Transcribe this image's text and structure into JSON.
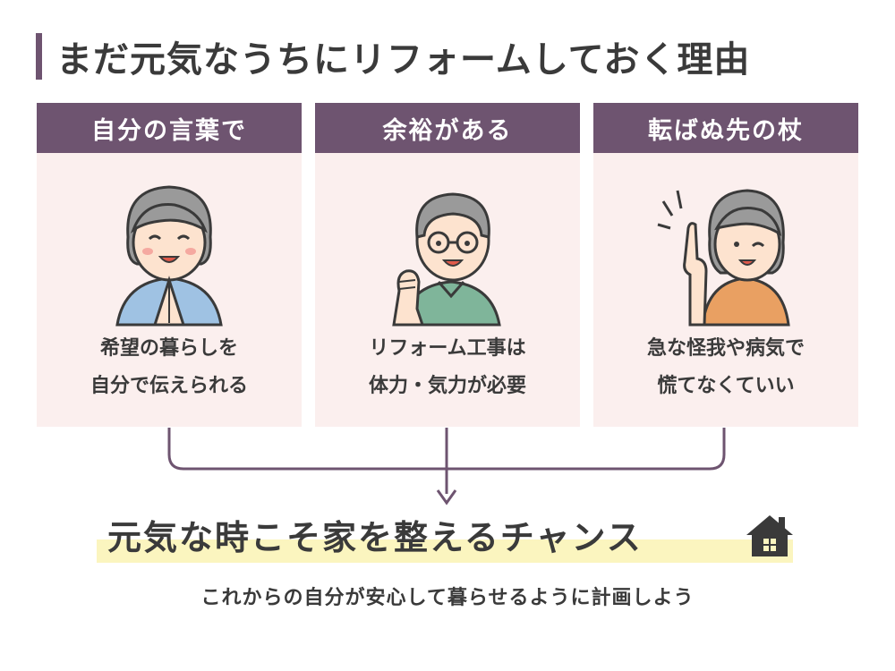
{
  "title": "まだ元気なうちにリフォームしておく理由",
  "cards": [
    {
      "heading": "自分の言葉で",
      "line1": "希望の暮らしを",
      "line2": "自分で伝えられる",
      "illustration": "praying-grandma-icon"
    },
    {
      "heading": "余裕がある",
      "line1": "リフォーム工事は",
      "line2": "体力・気力が必要",
      "illustration": "grandpa-fist-icon"
    },
    {
      "heading": "転ばぬ先の杖",
      "line1": "急な怪我や病気で",
      "line2": "慌てなくていい",
      "illustration": "grandma-pointing-icon"
    }
  ],
  "conclusion": {
    "main": "元気な時こそ家を整えるチャンス",
    "sub": "これからの自分が安心して暮らせるように計画しよう",
    "icon": "house-icon"
  },
  "colors": {
    "accent": "#6e5470",
    "card_bg": "#fbefee",
    "highlight": "#fbf5bf",
    "text": "#3a3a3a"
  }
}
